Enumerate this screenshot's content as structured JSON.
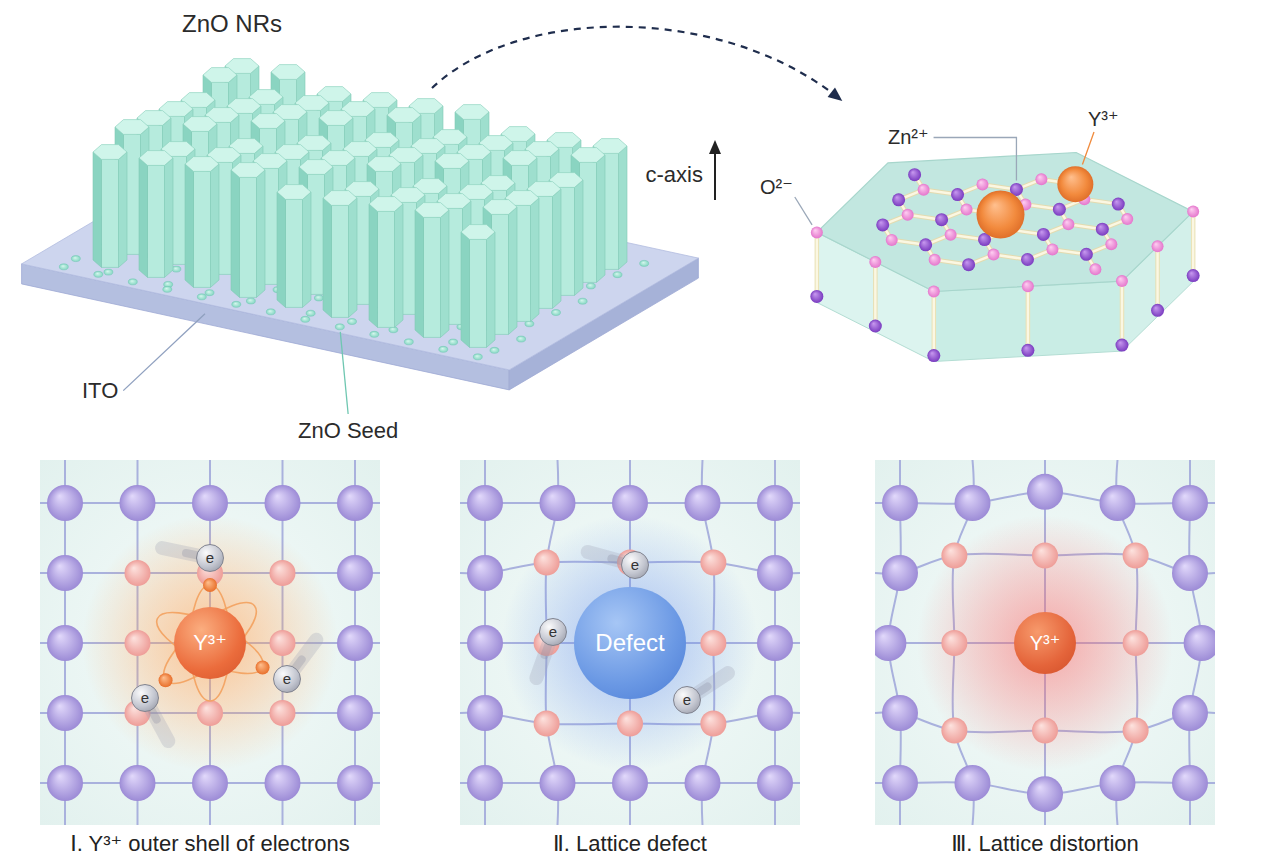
{
  "diagram": {
    "nodes": [
      {
        "text": [
          "Ⅰ. Y³⁺ outer shell of electrons"
        ]
      },
      {
        "text": [
          "Y³⁺"
        ],
        "in": 0
      },
      {
        "text": [
          "e"
        ],
        "in": 0
      },
      {
        "text": [
          "e"
        ],
        "in": 0
      },
      {
        "text": [
          "e"
        ],
        "in": 0
      },
      {
        "text": [
          "Ⅱ. Lattice defect"
        ]
      },
      {
        "text": [
          "Defect"
        ],
        "in": 5
      },
      {
        "text": [
          "e"
        ],
        "in": 5
      },
      {
        "text": [
          "e"
        ],
        "in": 5
      },
      {
        "text": [
          "e"
        ],
        "in": 5
      },
      {
        "text": [
          "Ⅲ. Lattice distortion"
        ]
      },
      {
        "text": [
          "Y³⁺"
        ],
        "in": 10
      }
    ],
    "labels": [
      "ZnO NRs",
      "c-axis",
      "ITO",
      "ZnO Seed",
      "O²⁻",
      "Zn²⁺",
      "Y³⁺"
    ]
  }
}
